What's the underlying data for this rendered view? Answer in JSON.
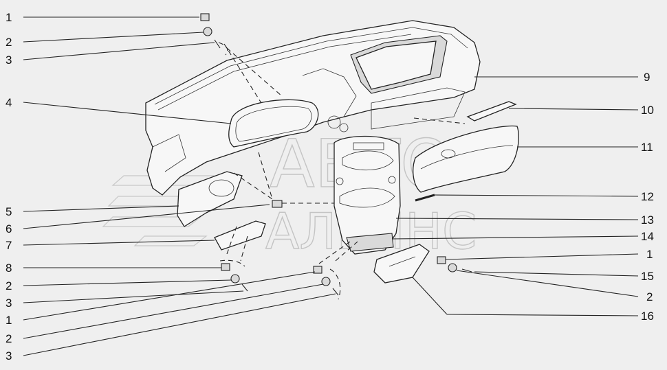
{
  "diagram": {
    "watermark": {
      "line1": "АВТО",
      "line2": "АЛЬЯНС"
    },
    "callouts_left": [
      {
        "id": "l1",
        "label": "1"
      },
      {
        "id": "l2",
        "label": "2"
      },
      {
        "id": "l3",
        "label": "3"
      },
      {
        "id": "l4",
        "label": "4"
      },
      {
        "id": "l5",
        "label": "5"
      },
      {
        "id": "l6",
        "label": "6"
      },
      {
        "id": "l7",
        "label": "7"
      },
      {
        "id": "l8",
        "label": "8"
      },
      {
        "id": "l9",
        "label": "2"
      },
      {
        "id": "l10",
        "label": "3"
      },
      {
        "id": "l11",
        "label": "1"
      },
      {
        "id": "l12",
        "label": "2"
      },
      {
        "id": "l13",
        "label": "3"
      }
    ],
    "callouts_right": [
      {
        "id": "r1",
        "label": "9"
      },
      {
        "id": "r2",
        "label": "10"
      },
      {
        "id": "r3",
        "label": "11"
      },
      {
        "id": "r4",
        "label": "12"
      },
      {
        "id": "r5",
        "label": "13"
      },
      {
        "id": "r6",
        "label": "14"
      },
      {
        "id": "r7",
        "label": "1"
      },
      {
        "id": "r8",
        "label": "15"
      },
      {
        "id": "r9",
        "label": "2"
      },
      {
        "id": "r10",
        "label": "16"
      }
    ]
  }
}
